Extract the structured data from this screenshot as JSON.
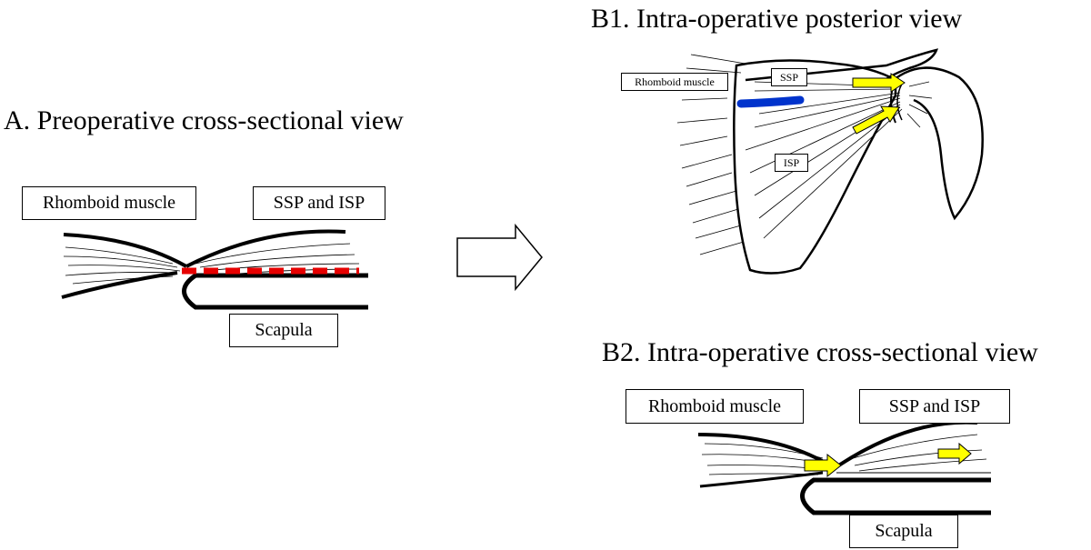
{
  "panel_a": {
    "title": "A. Preoperative cross-sectional view",
    "labels": {
      "rhomboid": "Rhomboid muscle",
      "ssp_isp": "SSP and ISP",
      "scapula": "Scapula"
    }
  },
  "panel_b1": {
    "title": "B1. Intra-operative posterior view",
    "labels": {
      "rhomboid": "Rhomboid muscle",
      "ssp": "SSP",
      "isp": "ISP"
    }
  },
  "panel_b2": {
    "title": "B2. Intra-operative cross-sectional view",
    "labels": {
      "rhomboid": "Rhomboid muscle",
      "ssp_isp": "SSP and ISP",
      "scapula": "Scapula"
    }
  },
  "colors": {
    "incision": "#e60000",
    "arrow_yellow": "#ffff00",
    "vessel_blue": "#0033cc",
    "outline": "#000000"
  }
}
